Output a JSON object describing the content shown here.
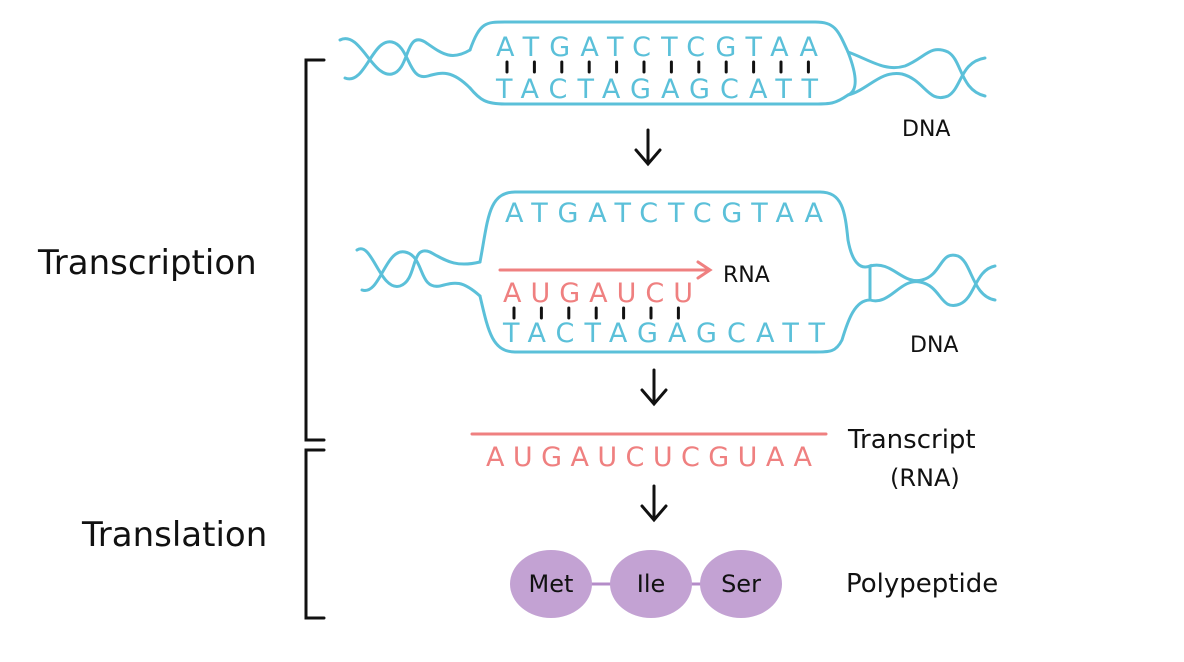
{
  "colors": {
    "dna": "#5bc0d9",
    "rna": "#ef8080",
    "amino": "#c3a2d3",
    "ink": "#111111"
  },
  "stages": {
    "transcription": "Transcription",
    "translation": "Translation"
  },
  "top_dna": {
    "strand_top": "ATGATCTCGTAA",
    "strand_bottom": "TACTAGAGCATT",
    "label": "DNA"
  },
  "middle_dna": {
    "strand_top": "ATGATCTCGTAA",
    "rna_growing": "AUGAUCU",
    "rna_label": "RNA",
    "strand_bottom": "TACTAGAGCATT",
    "label": "DNA"
  },
  "transcript": {
    "sequence": "AUGAUCUCGUAA",
    "label_line1": "Transcript",
    "label_line2": "(RNA)"
  },
  "polypeptide": {
    "amino_acids": [
      "Met",
      "Ile",
      "Ser"
    ],
    "label": "Polypeptide"
  }
}
